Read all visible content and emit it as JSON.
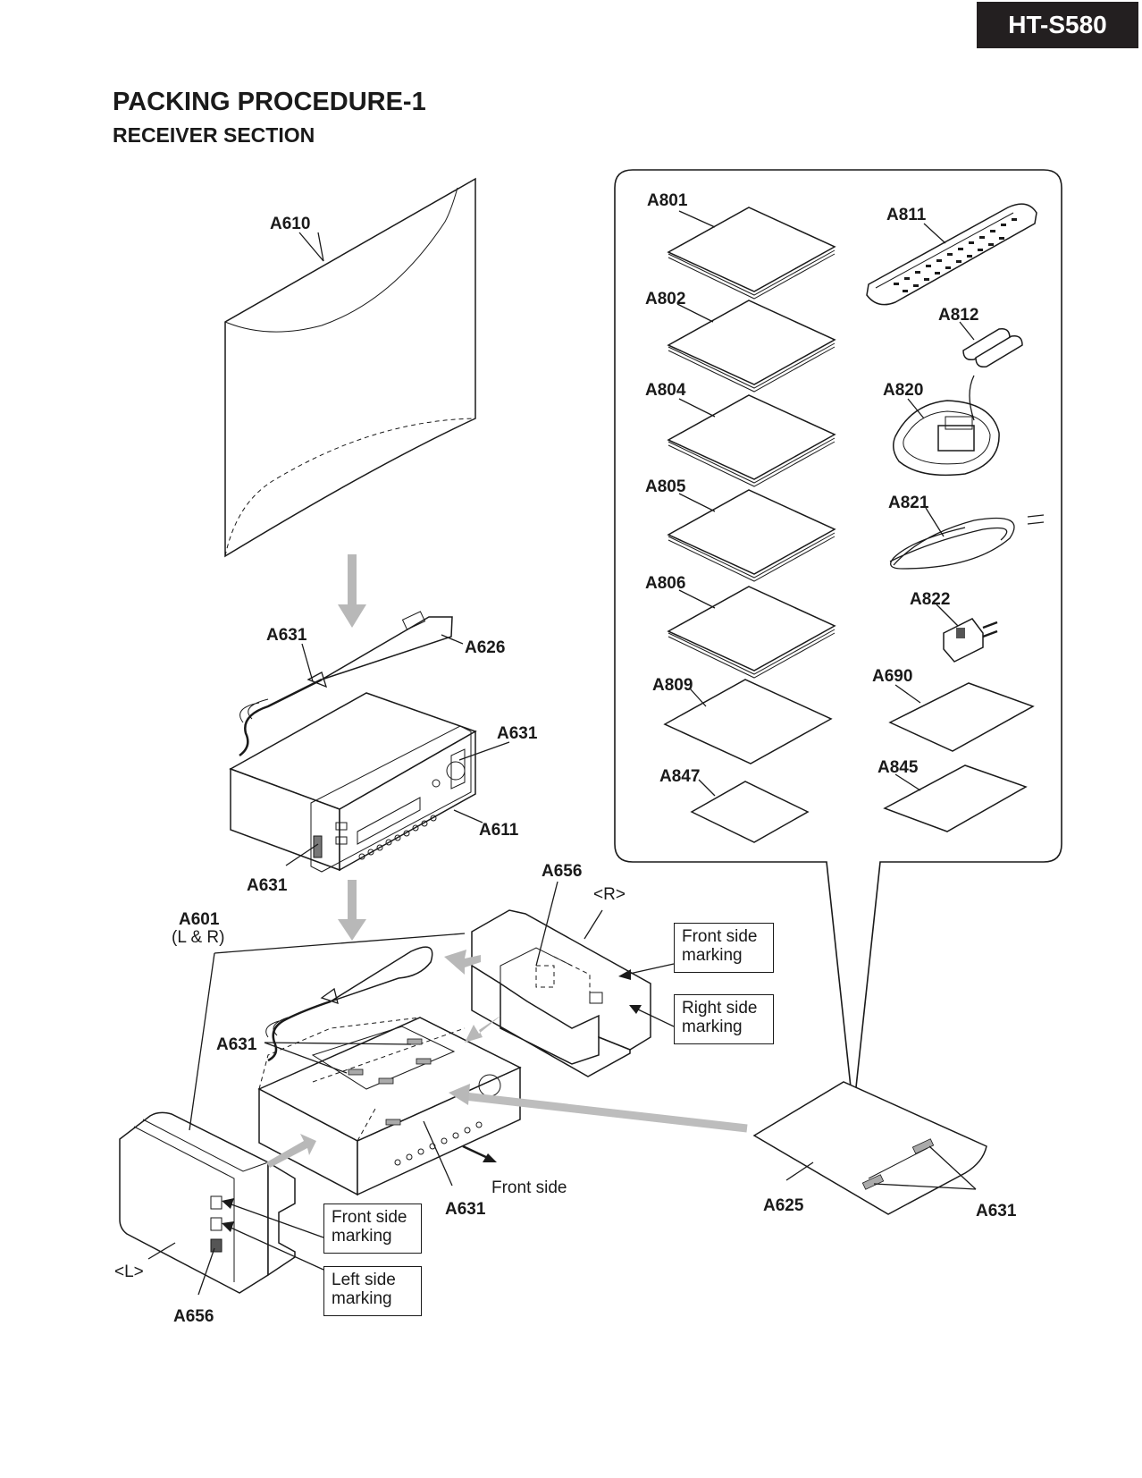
{
  "header": {
    "model": "HT-S580"
  },
  "title": "PACKING PROCEDURE-1",
  "subtitle": "RECEIVER SECTION",
  "parts": {
    "a610": "A610",
    "a631_top": "A631",
    "a626": "A626",
    "a631_right": "A631",
    "a611": "A611",
    "a631_left": "A631",
    "a656_r": "A656",
    "r_side": "<R>",
    "a601": "A601",
    "a601_sub": "(L & R)",
    "a631_mid": "A631",
    "a631_bottom": "A631",
    "l_side": "<L>",
    "a656_l": "A656",
    "a625": "A625",
    "a631_bag": "A631",
    "a801": "A801",
    "a802": "A802",
    "a804": "A804",
    "a805": "A805",
    "a806": "A806",
    "a809": "A809",
    "a847": "A847",
    "a811": "A811",
    "a812": "A812",
    "a820": "A820",
    "a821": "A821",
    "a822": "A822",
    "a690": "A690",
    "a845": "A845"
  },
  "notes": {
    "front_marking_r": [
      "Front side",
      "marking"
    ],
    "right_marking": [
      "Right side",
      "marking"
    ],
    "front_marking_l": [
      "Front side",
      "marking"
    ],
    "left_marking": [
      "Left side",
      "marking"
    ],
    "front_side": "Front side"
  }
}
